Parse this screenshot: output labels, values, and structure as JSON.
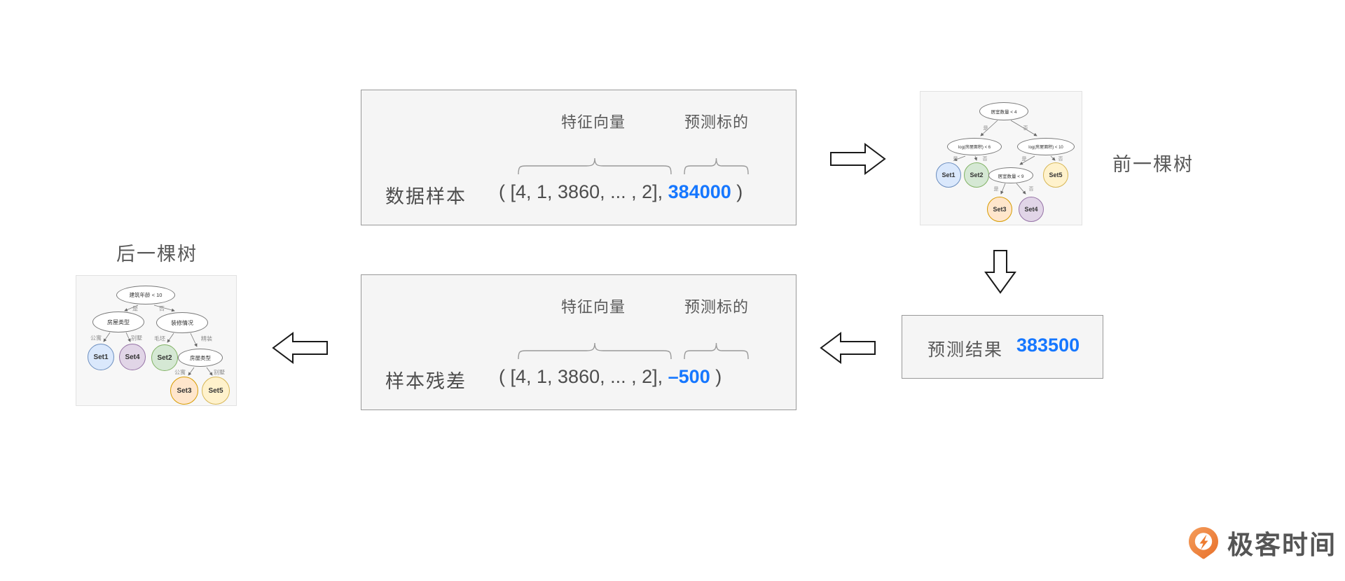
{
  "colors": {
    "accent_blue": "#1677ff",
    "box_bg": "#f5f5f5",
    "box_border": "#999999",
    "tree_panel_bg": "#f7f7f7",
    "text_primary": "#4d4d4d",
    "text_muted": "#8c8c8c",
    "logo_orange": "#ee7c3c"
  },
  "sample_box": {
    "label": "数据样本",
    "feature_label": "特征向量",
    "target_label": "预测标的",
    "vector_text": "( [4, 1, 3860, ... , 2], ",
    "target_value": "384000",
    "close_paren": " )"
  },
  "residual_box": {
    "label": "样本残差",
    "feature_label": "特征向量",
    "target_label": "预测标的",
    "vector_text": "( [4, 1, 3860, ... , 2], ",
    "target_value": "–500",
    "close_paren": " )"
  },
  "prediction_box": {
    "label": "预测结果",
    "value": "383500"
  },
  "prev_tree": {
    "title": "前一棵树",
    "nodes": {
      "root": "居室数量 < 4",
      "left": "log(房屋面积) < 6",
      "right": "log(房屋面积) < 10",
      "mid": "居室数量 < 9"
    },
    "leaves": {
      "set1": "Set1",
      "set2": "Set2",
      "set3": "Set3",
      "set4": "Set4",
      "set5": "Set5"
    },
    "edge_labels": {
      "yes": "是",
      "no": "否"
    }
  },
  "next_tree": {
    "title": "后一棵树",
    "nodes": {
      "root": "建筑年龄 < 10",
      "left": "房屋类型",
      "right": "装修情况",
      "low": "房屋类型"
    },
    "leaves": {
      "set1": "Set1",
      "set2": "Set2",
      "set3": "Set3",
      "set4": "Set4",
      "set5": "Set5"
    },
    "edge_labels": {
      "yes": "是",
      "no": "否",
      "apartment": "公寓",
      "villa": "别墅",
      "rough": "毛坯",
      "refined": "精装"
    }
  },
  "logo": {
    "text": "极客时间"
  }
}
